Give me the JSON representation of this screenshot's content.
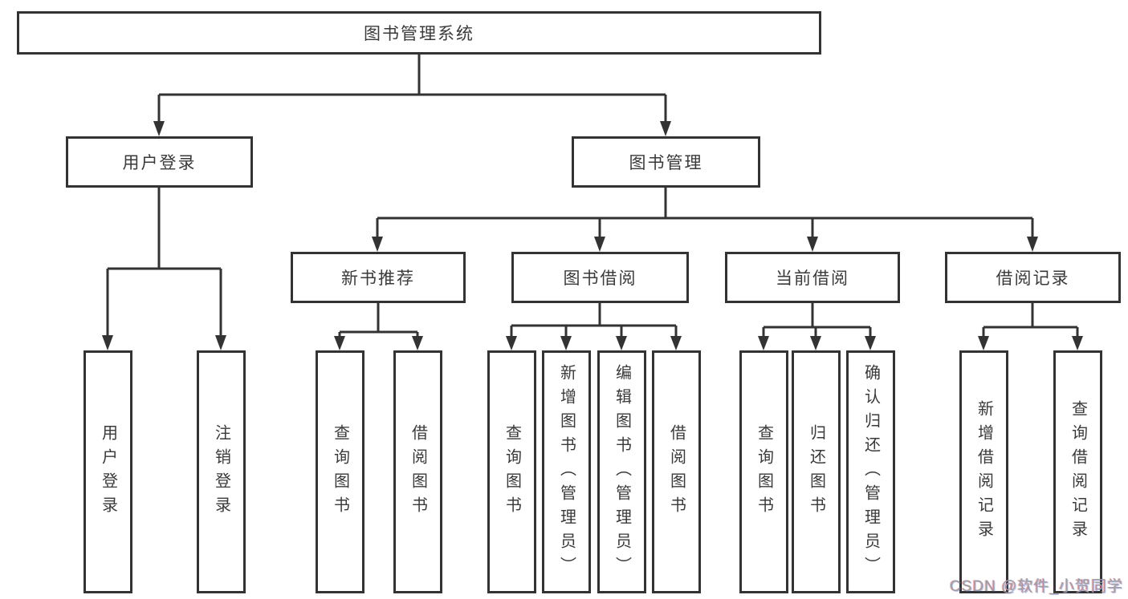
{
  "colors": {
    "background": "#ffffff",
    "line": "#333333",
    "box_border": "#333333",
    "box_fill": "#ffffff",
    "text": "#3a3a3a",
    "watermark_text": "#9e9ea3"
  },
  "diagram": {
    "root": {
      "label": "图书管理系统"
    },
    "branches": [
      {
        "label": "用户登录",
        "children": [
          {
            "label": "用户登录"
          },
          {
            "label": "注销登录"
          }
        ]
      },
      {
        "label": "图书管理",
        "children": [
          {
            "label": "新书推荐",
            "children": [
              {
                "label": "查询图书"
              },
              {
                "label": "借阅图书"
              }
            ]
          },
          {
            "label": "图书借阅",
            "children": [
              {
                "label": "查询图书"
              },
              {
                "label": "新增图书（管理员）"
              },
              {
                "label": "编辑图书（管理员）"
              },
              {
                "label": "借阅图书"
              }
            ]
          },
          {
            "label": "当前借阅",
            "children": [
              {
                "label": "查询图书"
              },
              {
                "label": "归还图书"
              },
              {
                "label": "确认归还（管理员）"
              }
            ]
          },
          {
            "label": "借阅记录",
            "children": [
              {
                "label": "新增借阅记录"
              },
              {
                "label": "查询借阅记录"
              }
            ]
          }
        ]
      }
    ]
  },
  "watermark": {
    "text": "CSDN @软件_小贺同学"
  }
}
